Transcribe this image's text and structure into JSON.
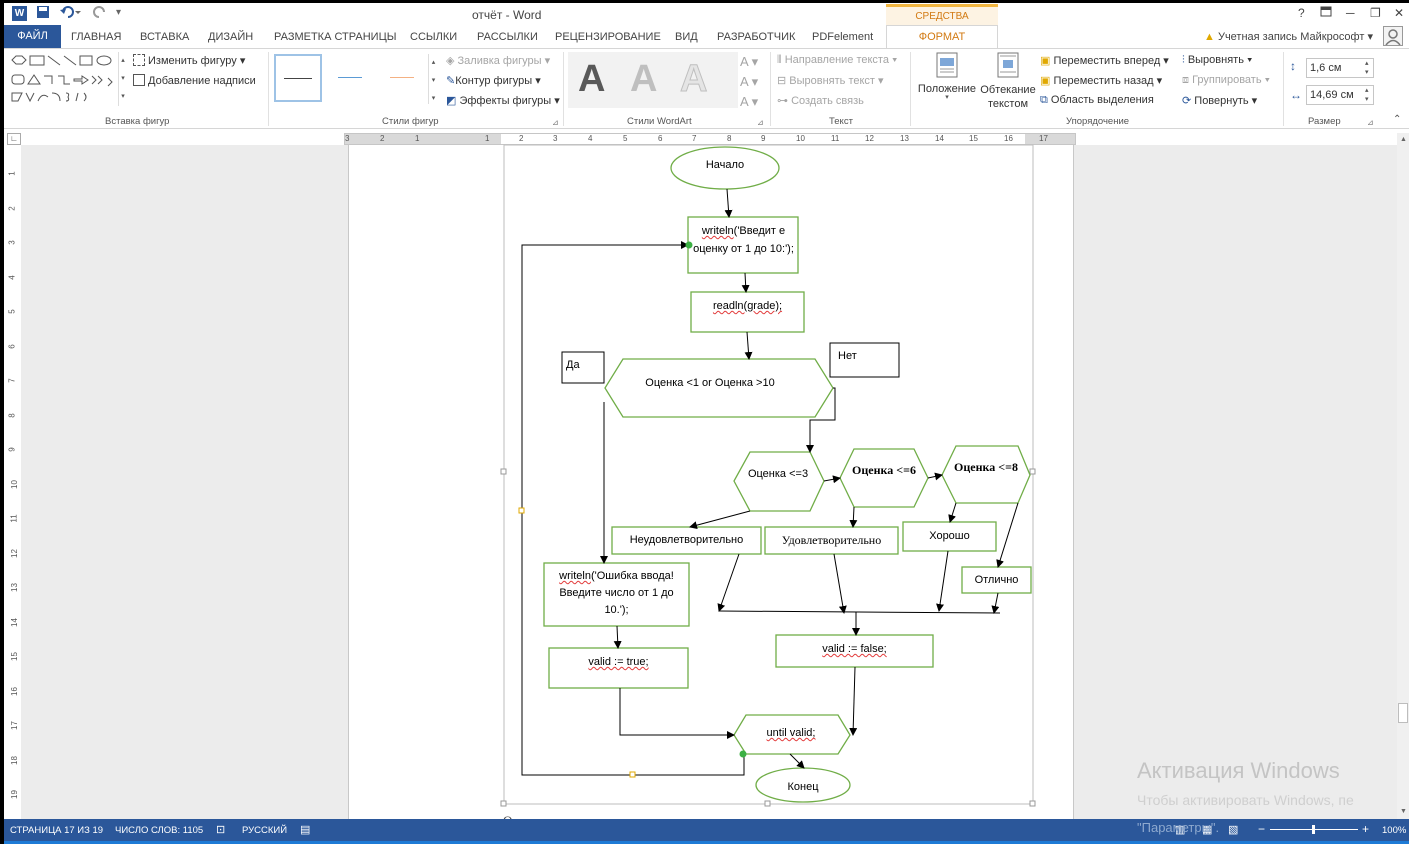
{
  "window": {
    "title": "отчёт - Word",
    "context_group": "СРЕДСТВА РИСОВАНИЯ",
    "help": "?",
    "controls": [
      "restore-ribbon",
      "minimize",
      "maximize",
      "close"
    ]
  },
  "account": "Учетная запись Майкрософт",
  "tabs": [
    "ФАЙЛ",
    "ГЛАВНАЯ",
    "ВСТАВКА",
    "ДИЗАЙН",
    "РАЗМЕТКА СТРАНИЦЫ",
    "ССЫЛКИ",
    "РАССЫЛКИ",
    "РЕЦЕНЗИРОВАНИЕ",
    "ВИД",
    "РАЗРАБОТЧИК",
    "PDFelement",
    "ФОРМАТ"
  ],
  "ribbon": {
    "insert_shapes": {
      "label": "Вставка фигур",
      "edit_shape": "Изменить фигуру",
      "add_caption": "Добавление надписи"
    },
    "shape_styles": {
      "label": "Стили фигур",
      "fill": "Заливка фигуры",
      "outline": "Контур фигуры",
      "effects": "Эффекты фигуры"
    },
    "wordart": {
      "label": "Стили WordArt",
      "letter": "A"
    },
    "text": {
      "label": "Текст",
      "direction": "Направление текста",
      "align": "Выровнять текст",
      "link": "Создать связь"
    },
    "arrange": {
      "label": "Упорядочение",
      "position": "Положение",
      "wrap": "Обтекание текстом",
      "forward": "Переместить вперед",
      "backward": "Переместить назад",
      "selection": "Область выделения",
      "align": "Выровнять",
      "group": "Группировать",
      "rotate": "Повернуть"
    },
    "size": {
      "label": "Размер",
      "height": "1,6 см",
      "width": "14,69 см"
    }
  },
  "ruler": {
    "h_numbers": [
      "3",
      "2",
      "1",
      "1",
      "2",
      "3",
      "4",
      "5",
      "6",
      "7",
      "8",
      "9",
      "10",
      "11",
      "12",
      "13",
      "14",
      "15",
      "16",
      "17"
    ],
    "v_numbers": [
      "1",
      "2",
      "3",
      "4",
      "5",
      "6",
      "7",
      "8",
      "9",
      "10",
      "11",
      "12",
      "13",
      "14",
      "15",
      "16",
      "17",
      "18",
      "19"
    ]
  },
  "flowchart": {
    "start": "Начало",
    "write_prompt": "writeln('Введит е оценку от 1 до 10:');",
    "read": "readln(grade);",
    "yes": "Да",
    "no": "Нет",
    "cond_range": "Оценка <1 or Оценка >10",
    "cond3": "Оценка <=3",
    "cond6": "Оценка <=6",
    "cond8": "Оценка <=8",
    "unsatisfactory": "Неудовлетворительно",
    "satisfactory": "Удовлетворительно",
    "good": "Хорошо",
    "excellent": "Отлично",
    "write_error": "writeln('Ошибка ввода! Введите число от 1 до 10.');",
    "valid_true": "valid := true;",
    "valid_false": "valid := false;",
    "until": "until valid;",
    "end": "Конец"
  },
  "doc_fragment": "О",
  "status": {
    "page": "СТРАНИЦА 17 ИЗ 19",
    "words": "ЧИСЛО СЛОВ: 1105",
    "language": "РУССКИЙ",
    "zoom": "100%"
  },
  "watermark": {
    "line1": "Активация Windows",
    "line2": "Чтобы активировать Windows, пе",
    "line3": "\"Параметры\"."
  },
  "colors": {
    "word_blue": "#2b579a",
    "shape_green": "#70ad47",
    "context_orange": "#d27a12"
  }
}
